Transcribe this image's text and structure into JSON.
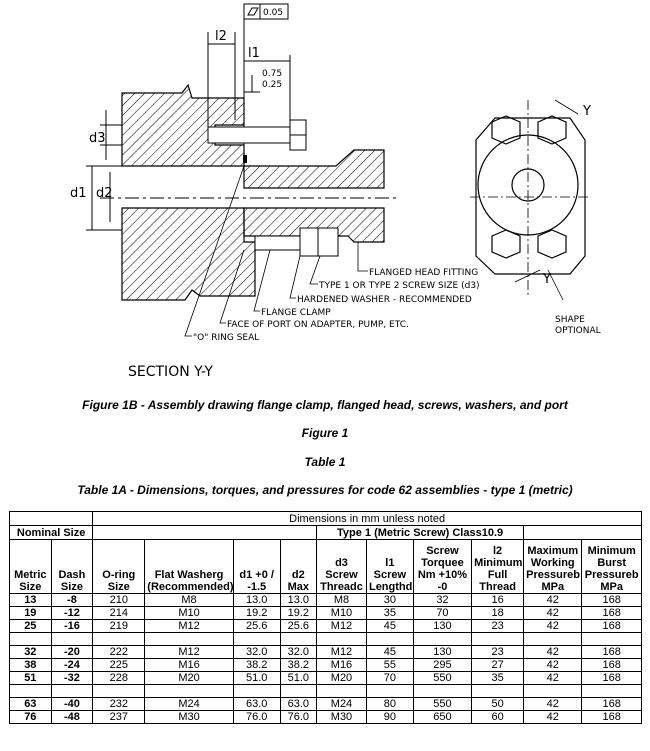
{
  "drawing": {
    "flatness_value": "0.05",
    "l2": "l2",
    "l1": "l1",
    "dim_075": "0.75",
    "dim_025": "0.25",
    "d3": "d3",
    "d1": "d1",
    "d2": "d2",
    "callouts": [
      "FLANGED HEAD FITTING",
      "TYPE 1 OR TYPE 2 SCREW SIZE (d3)",
      "HARDENED WASHER - RECOMMENDED",
      "FLANGE CLAMP",
      "FACE OF PORT ON ADAPTER, PUMP, ETC.",
      "\"O\" RING SEAL"
    ],
    "section_label": "SECTION Y-Y",
    "y_upper": "Y",
    "y_lower": "Y",
    "shape_note_1": "SHAPE",
    "shape_note_2": "OPTIONAL"
  },
  "captions": {
    "figure_1b": "Figure 1B - Assembly drawing flange clamp, flanged head, screws, washers, and port",
    "figure_1": "Figure 1",
    "table_1": "Table 1",
    "table_1a": "Table 1A - Dimensions, torques, and pressures for code 62 assemblies - type 1 (metric)"
  },
  "table": {
    "dims_header": "Dimensions in mm unless noted",
    "nominal_size": "Nominal Size",
    "type1_header": "Type 1 (Metric Screw) Class10.9",
    "columns": {
      "metric_size": "Metric Size",
      "dash_size": "Dash Size",
      "oring_size": "O-ring Size",
      "flat_washer": "Flat Washerg (Recommended)",
      "d1": "d1 +0 / -1.5",
      "d2": "d2 Max",
      "d3": "d3 Screw Threadc",
      "l1": "l1 Screw Lengthd",
      "torque": "Screw Torquee Nm +10% -0",
      "l2": "l2 Minimum Full Thread",
      "max_pressure": "Maximum Working Pressureb MPa",
      "burst_pressure": "Minimum Burst Pressureb MPa"
    },
    "groups": [
      [
        [
          "13",
          "-8",
          "210",
          "M8",
          "13.0",
          "13.0",
          "M8",
          "30",
          "32",
          "16",
          "42",
          "168"
        ],
        [
          "19",
          "-12",
          "214",
          "M10",
          "19.2",
          "19.2",
          "M10",
          "35",
          "70",
          "18",
          "42",
          "168"
        ],
        [
          "25",
          "-16",
          "219",
          "M12",
          "25.6",
          "25.6",
          "M12",
          "45",
          "130",
          "23",
          "42",
          "168"
        ]
      ],
      [
        [
          "32",
          "-20",
          "222",
          "M12",
          "32.0",
          "32.0",
          "M12",
          "45",
          "130",
          "23",
          "42",
          "168"
        ],
        [
          "38",
          "-24",
          "225",
          "M16",
          "38.2",
          "38.2",
          "M16",
          "55",
          "295",
          "27",
          "42",
          "168"
        ],
        [
          "51",
          "-32",
          "228",
          "M20",
          "51.0",
          "51.0",
          "M20",
          "70",
          "550",
          "35",
          "42",
          "168"
        ]
      ],
      [
        [
          "63",
          "-40",
          "232",
          "M24",
          "63.0",
          "63.0",
          "M24",
          "80",
          "550",
          "50",
          "42",
          "168"
        ],
        [
          "76",
          "-48",
          "237",
          "M30",
          "76.0",
          "76.0",
          "M30",
          "90",
          "650",
          "60",
          "42",
          "168"
        ]
      ]
    ]
  }
}
